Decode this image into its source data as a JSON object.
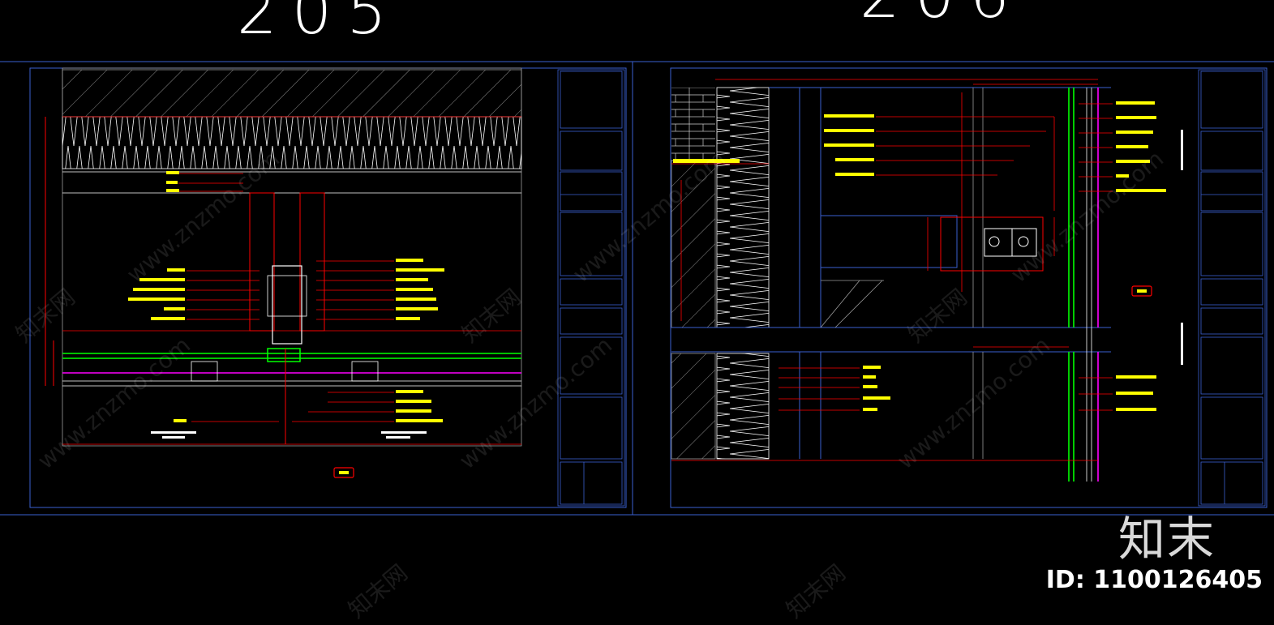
{
  "header": {
    "left_number": "205",
    "right_number": "206"
  },
  "watermark": {
    "site": "www.znzmo.com",
    "brand_cn": "知末网",
    "mark": "知末",
    "id_text": "ID: 1100126405"
  },
  "colors": {
    "background": "#000000",
    "frame": "#3a5fd0",
    "red": "#ff0000",
    "yellow": "#ffff00",
    "green": "#00ff00",
    "magenta": "#ff00ff",
    "white": "#ffffff",
    "gray": "#9a9a9a"
  }
}
